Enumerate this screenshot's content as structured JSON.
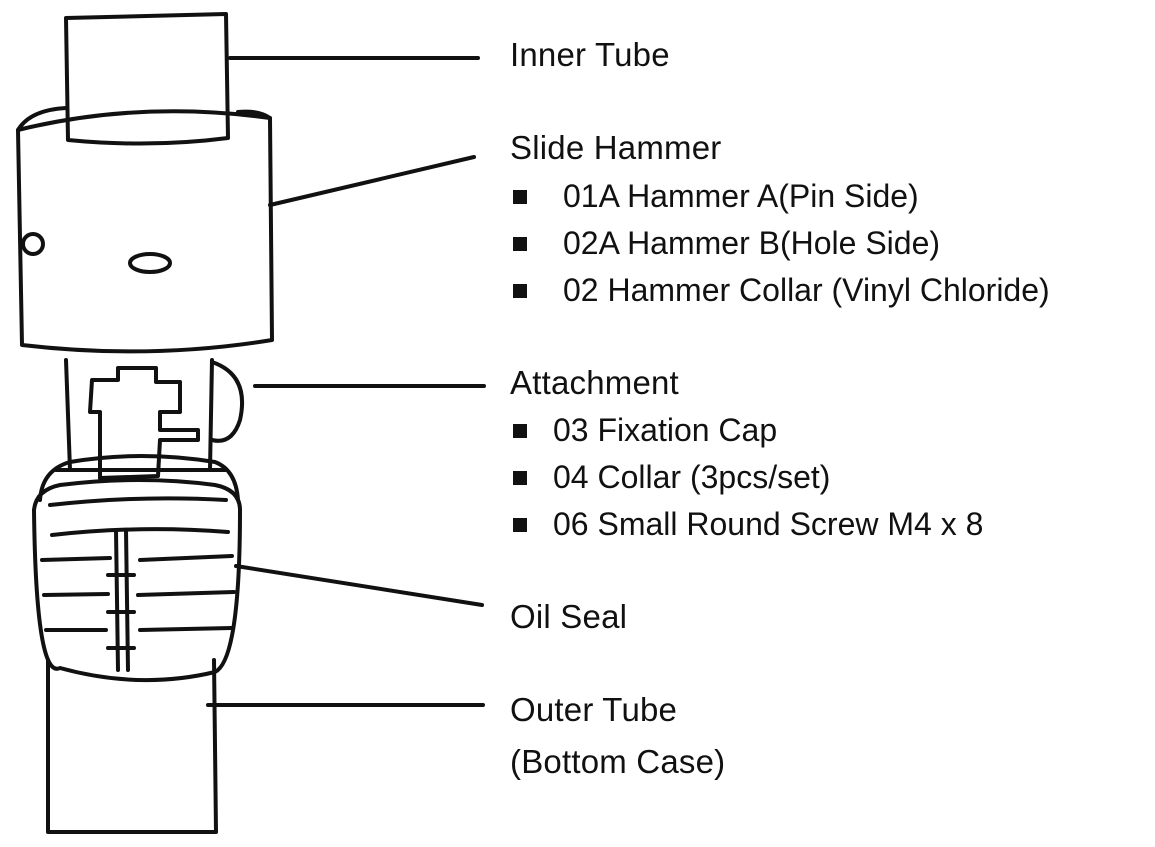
{
  "labels": {
    "inner_tube": "Inner Tube",
    "slide_hammer": "Slide Hammer",
    "attachment": "Attachment",
    "oil_seal": "Oil Seal",
    "outer_tube": "Outer Tube",
    "outer_tube_note": "(Bottom Case)"
  },
  "slide_hammer_items": [
    "01A Hammer A(Pin Side)",
    "02A Hammer B(Hole Side)",
    "02 Hammer Collar (Vinyl Chloride)"
  ],
  "attachment_items": [
    "03 Fixation Cap",
    "04 Collar (3pcs/set)",
    "06 Small Round Screw M4 x 8"
  ],
  "colors": {
    "ink": "#111111",
    "background": "#ffffff"
  }
}
